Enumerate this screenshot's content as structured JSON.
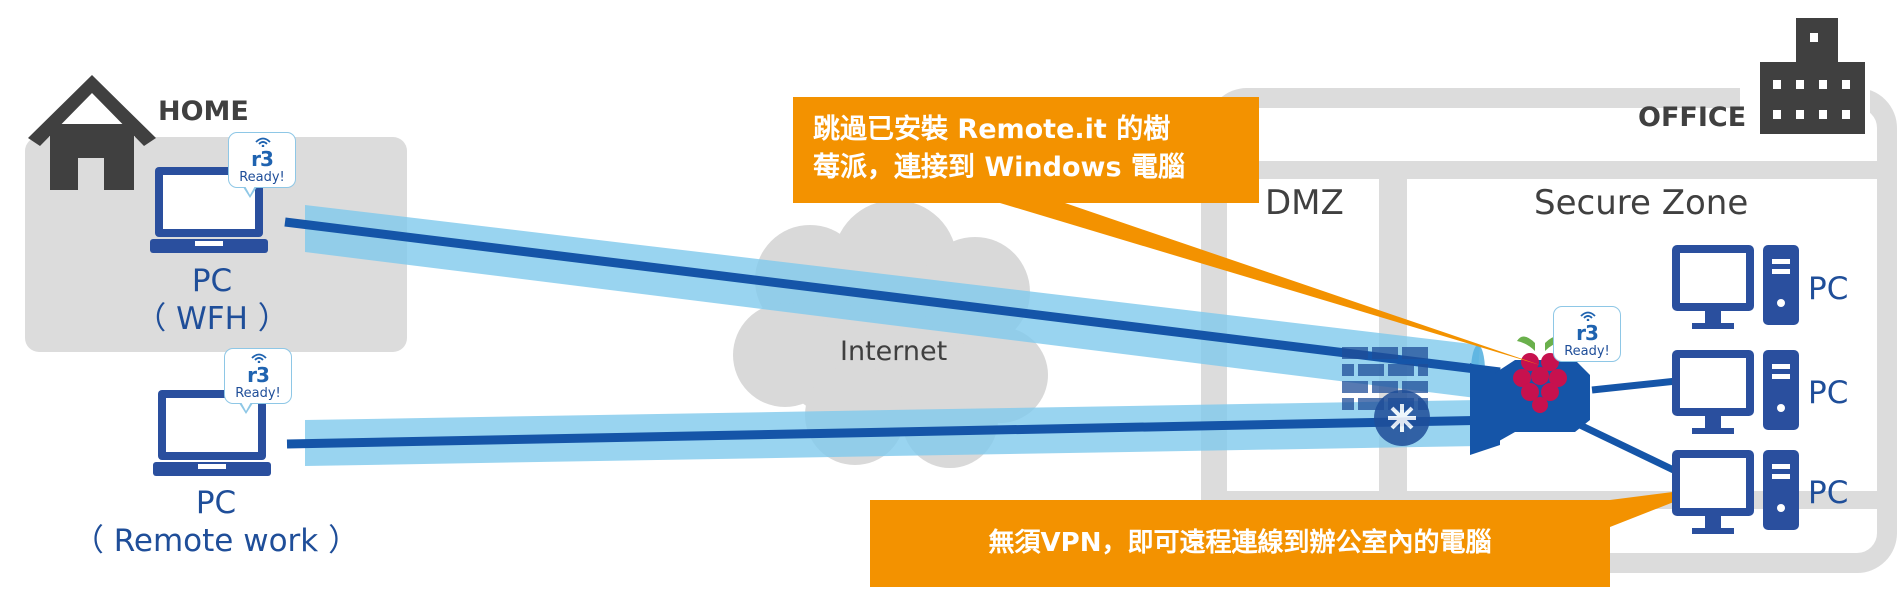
{
  "labels": {
    "home": "HOME",
    "office": "OFFICE",
    "dmz": "DMZ",
    "secure_zone": "Secure Zone",
    "internet": "Internet"
  },
  "pcs": {
    "wfh_name": "PC",
    "wfh_sub": "（ WFH ）",
    "remote_name": "PC",
    "remote_sub": "（ Remote work ）",
    "office_pc_1": "PC",
    "office_pc_2": "PC",
    "office_pc_3": "PC"
  },
  "badge": {
    "logo": "r3",
    "status": "Ready!"
  },
  "callouts": {
    "raspberry_line_1": "跳過已安裝 Remote.it 的樹",
    "raspberry_line_2": "莓派，連接到 Windows 電腦",
    "no_vpn": "無須VPN，即可遠程連線到辦公室內的電腦"
  },
  "colors": {
    "accent_blue": "#2a4f9e",
    "tunnel_blue": "#7fc9ec",
    "tunnel_core": "#1555a8",
    "callout_orange": "#f39200",
    "zone_gray": "#dcdcdc",
    "building_dark": "#404040"
  },
  "icons": [
    "house-icon",
    "office-building-icon",
    "laptop-icon",
    "desktop-computer-icon",
    "raspberry-pi-icon",
    "firewall-icon",
    "router-icon",
    "wifi-icon",
    "cloud-icon"
  ]
}
